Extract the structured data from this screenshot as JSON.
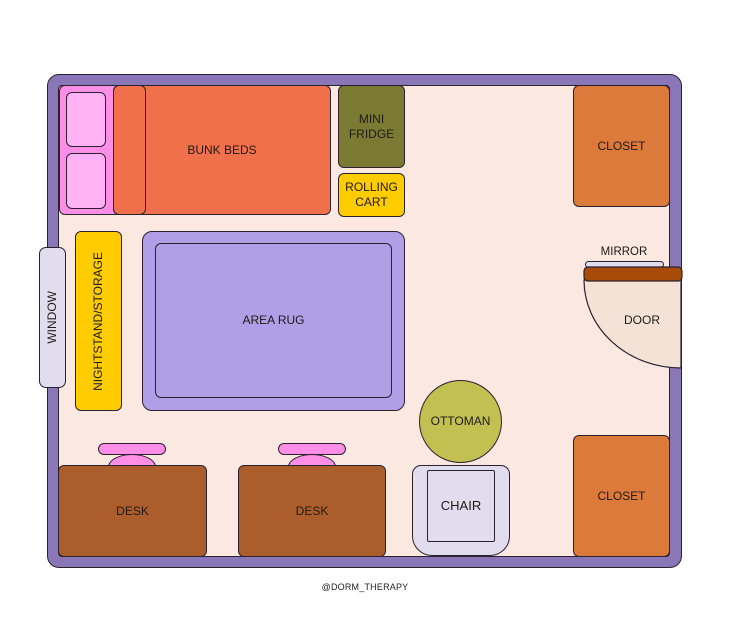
{
  "plan": {
    "colors": {
      "wall": "#8a77b8",
      "floor": "#fae8e1",
      "bunk_beds": "#f0704c",
      "headboard": "#ff8fe6",
      "pillow": "#ffb3f5",
      "mini_fridge": "#7a7a33",
      "rolling_cart": "#ffcc00",
      "closet": "#dc7a3c",
      "door_bar": "#a84a0a",
      "door_swing": "#f5e2d6",
      "mirror": "#e2dcef",
      "window": "#e2dcef",
      "nightstand": "#ffcc00",
      "area_rug": "#b19ee6",
      "desk": "#ab5e2b",
      "desk_chair": "#ff8fe6",
      "ottoman": "#c3c052",
      "chair": "#e2dcef"
    },
    "labels": {
      "bunk_beds": "BUNK BEDS",
      "mini_fridge_line1": "MINI",
      "mini_fridge_line2": "FRIDGE",
      "rolling_cart_line1": "ROLLING",
      "rolling_cart_line2": "CART",
      "closet_top": "CLOSET",
      "closet_bottom": "CLOSET",
      "mirror": "MIRROR",
      "door": "DOOR",
      "window": "WINDOW",
      "nightstand": "NIGHTSTAND/STORAGE",
      "area_rug": "AREA RUG",
      "ottoman": "OTTOMAN",
      "chair": "CHAIR",
      "desk_left": "DESK",
      "desk_right": "DESK"
    },
    "credit": "@DORM_THERAPY"
  }
}
